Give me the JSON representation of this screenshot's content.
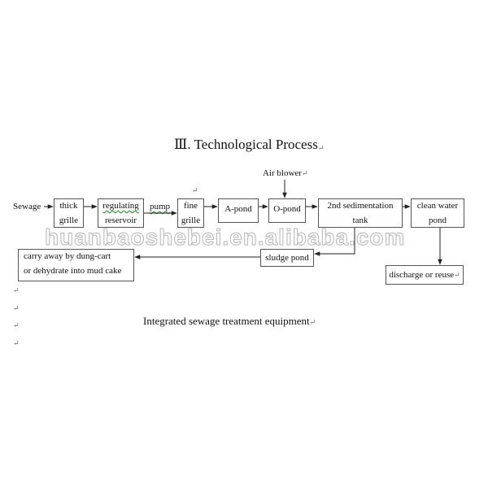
{
  "title": "Ⅲ. Technological Process",
  "air_blower": "Air blower",
  "sewage_label": "Sewage",
  "pump_label": "pump",
  "boxes": {
    "thick_grille": {
      "line1": "thick",
      "line2": "grille"
    },
    "regulating_reservoir": {
      "line1": "regulating",
      "line2": "reservoir"
    },
    "fine_grille": {
      "line1": "fine",
      "line2": "grille"
    },
    "a_pond": {
      "label": "A-pond"
    },
    "o_pond": {
      "label": "O-pond"
    },
    "sedimentation_tank": {
      "line1": "2nd sedimentation",
      "line2": "tank"
    },
    "clean_water_pond": {
      "line1": "clean water",
      "line2": "pond"
    },
    "sludge_pond": {
      "label": "sludge pond"
    },
    "dung_cart": {
      "line1": "carry away by dung-cart",
      "line2": "or dehydrate into mud cake"
    },
    "discharge": {
      "label": "discharge or reuse"
    }
  },
  "caption": "Integrated sewage treatment equipment",
  "watermark": "huanbaoshebei.en.alibaba.com",
  "paragraph_mark": "↵"
}
